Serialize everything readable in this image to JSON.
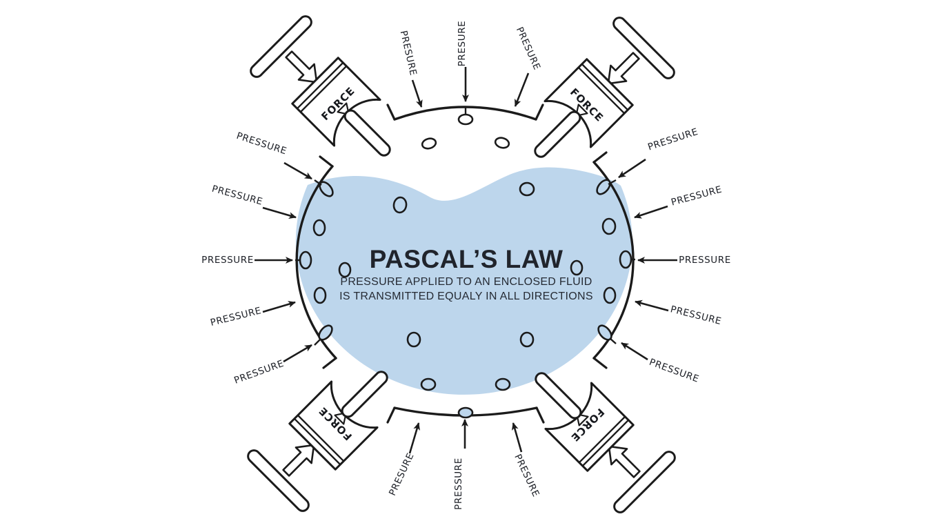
{
  "diagram": {
    "title": "PASCAL’S LAW",
    "subtitle_line1": "PRESSURE APPLIED TO AN ENCLOSED FLUID",
    "subtitle_line2": "IS TRANSMITTED EQUALY IN ALL DIRECTIONS"
  },
  "pistons": [
    {
      "position": "top-left",
      "label": "FORCE"
    },
    {
      "position": "top-right",
      "label": "FORCE"
    },
    {
      "position": "bottom-left",
      "label": "FORCE"
    },
    {
      "position": "bottom-right",
      "label": "FORCE"
    }
  ],
  "pressure_labels": [
    {
      "id": "top-left",
      "text": "PRESURE"
    },
    {
      "id": "top-center",
      "text": "PRESURE"
    },
    {
      "id": "top-right",
      "text": "PRESURE"
    },
    {
      "id": "left-1",
      "text": "PRESSURE"
    },
    {
      "id": "left-2",
      "text": "PRESSURE"
    },
    {
      "id": "left-3",
      "text": "PRESSURE"
    },
    {
      "id": "left-4",
      "text": "PRESSURE"
    },
    {
      "id": "left-5",
      "text": "PRESSURE"
    },
    {
      "id": "right-1",
      "text": "PRESSURE"
    },
    {
      "id": "right-2",
      "text": "PRESSURE"
    },
    {
      "id": "right-3",
      "text": "PRESSURE"
    },
    {
      "id": "right-4",
      "text": "PRESSURE"
    },
    {
      "id": "right-5",
      "text": "PRESSURE"
    },
    {
      "id": "bottom-left",
      "text": "PRESURE"
    },
    {
      "id": "bottom-center",
      "text": "PRESSURE"
    },
    {
      "id": "bottom-right",
      "text": "PRESURE"
    }
  ],
  "colors": {
    "fluid": "#bdd6ec",
    "line": "#1b1b1b",
    "text": "#20242c",
    "background": "#ffffff"
  }
}
